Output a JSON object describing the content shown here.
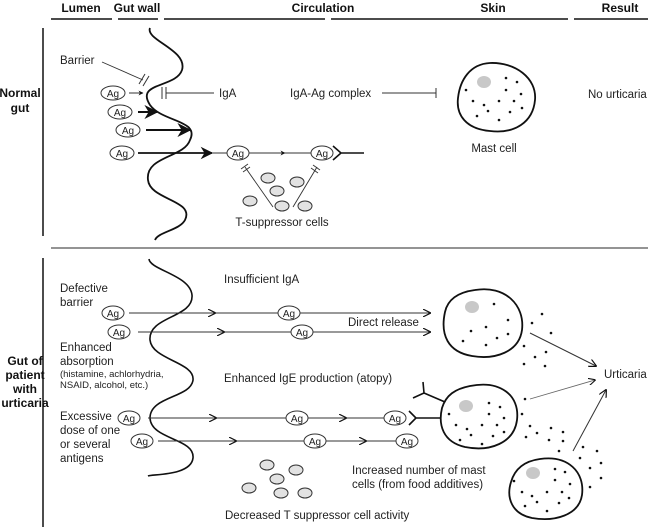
{
  "headers": {
    "lumen": "Lumen",
    "gut_wall": "Gut wall",
    "circulation": "Circulation",
    "skin": "Skin",
    "result": "Result"
  },
  "normal": {
    "row_label": [
      "Normal",
      "gut"
    ],
    "barrier": "Barrier",
    "iga": "IgA",
    "iga_ag_complex": "IgA-Ag complex",
    "mast_cell": "Mast cell",
    "result": "No urticaria",
    "t_suppressor": "T-suppressor cells",
    "antigen": "Ag"
  },
  "patient": {
    "row_label": [
      "Gut of",
      "patient",
      "with",
      "urticaria"
    ],
    "defective_barrier": [
      "Defective",
      "barrier"
    ],
    "enhanced_absorption": [
      "Enhanced",
      "absorption"
    ],
    "absorption_causes": [
      "(histamine, achlorhydria,",
      "NSAID, alcohol, etc.)"
    ],
    "excessive_dose": [
      "Excessive",
      "dose of one",
      "or several",
      "antigens"
    ],
    "insufficient_iga": "Insufficient IgA",
    "direct_release": "Direct release",
    "enhanced_ige": "Enhanced IgE production (atopy)",
    "increased_mast": [
      "Increased number of mast",
      "cells (from food additives)"
    ],
    "decreased_t": "Decreased T suppressor cell activity",
    "result": "Urticaria",
    "antigen": "Ag"
  },
  "colors": {
    "line": "#111111",
    "thin_line": "#555555",
    "cell_fill": "#e2e2e2",
    "nucleus": "#c8c8c8"
  }
}
